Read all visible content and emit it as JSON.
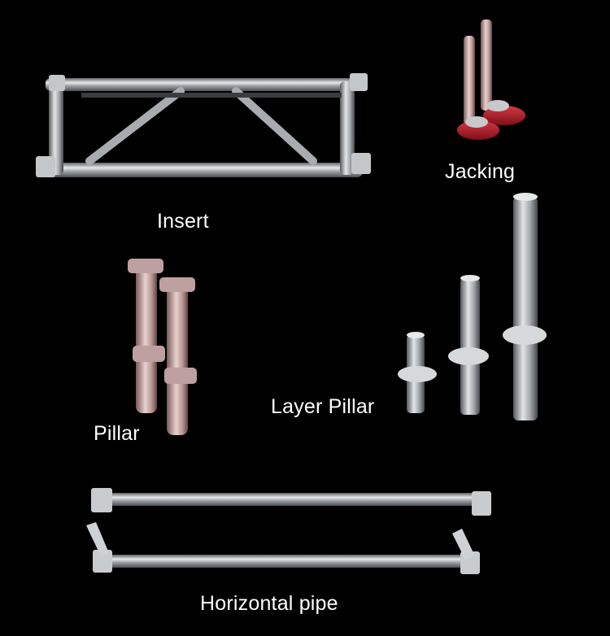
{
  "labels": {
    "insert": "Insert",
    "jacking": "Jacking",
    "pillar": "Pillar",
    "layer_pillar": "Layer Pillar",
    "horizontal_pipe": "Horizontal pipe"
  },
  "colors": {
    "background": "#000000",
    "steel": "#b9bcc0",
    "steel_dark": "#6f7378",
    "jack_base": "#b01c28",
    "pillar_tint": "#c7a5a3",
    "text": "#ffffff"
  }
}
